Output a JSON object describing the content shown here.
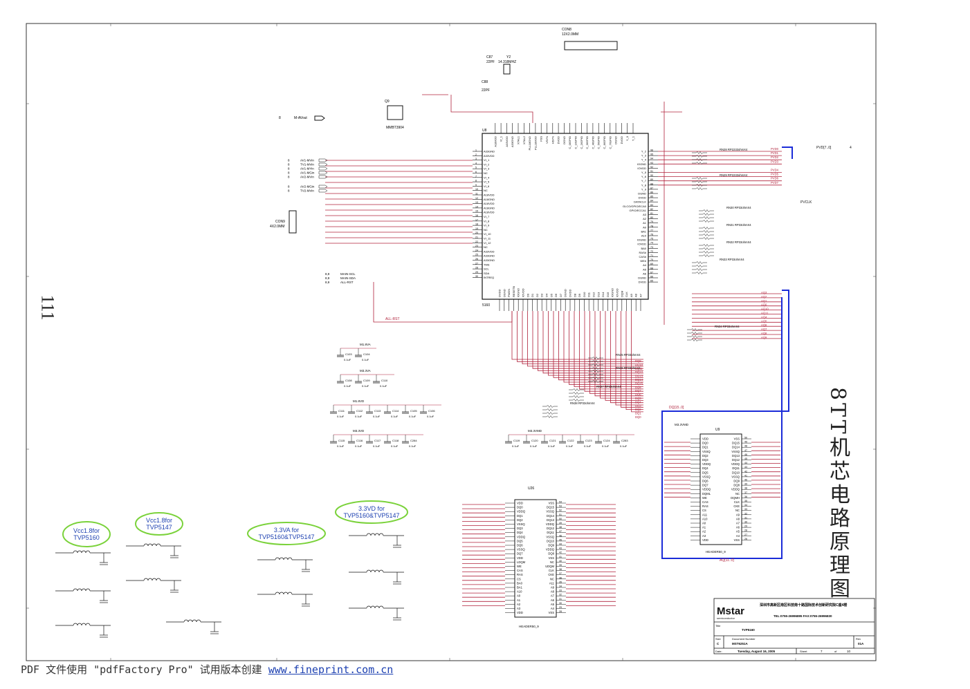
{
  "sheet_title_cn": "8TT机芯电路原理图",
  "page_number": "111",
  "u8": {
    "ref": "U8",
    "part": "5160",
    "left_pins": [
      [
        "1",
        "A33GND"
      ],
      [
        "2",
        "A33VDD"
      ],
      [
        "3",
        "VI_1"
      ],
      [
        "4",
        "VI_2"
      ],
      [
        "5",
        "VI_3"
      ],
      [
        "6",
        "NC"
      ],
      [
        "7",
        "VI_4"
      ],
      [
        "8",
        "VI_5"
      ],
      [
        "9",
        "VI_6"
      ],
      [
        "10",
        "NC"
      ],
      [
        "11",
        "A18VDD"
      ],
      [
        "12",
        "A18GND"
      ],
      [
        "13",
        "A18VDD"
      ],
      [
        "14",
        "A18GND"
      ],
      [
        "15",
        "A18VDD"
      ],
      [
        "16",
        "VI_7"
      ],
      [
        "17",
        "VI_8"
      ],
      [
        "18",
        "VI_9"
      ],
      [
        "19",
        "NC"
      ],
      [
        "20",
        "VI_10"
      ],
      [
        "21",
        "VI_11"
      ],
      [
        "22",
        "VI_12"
      ],
      [
        "23",
        "NC"
      ],
      [
        "24",
        "A33VDD"
      ],
      [
        "25",
        "A33GND"
      ],
      [
        "26",
        "A33GND"
      ],
      [
        "27",
        "TMS"
      ],
      [
        "28",
        "SCL"
      ],
      [
        "29",
        "SDA"
      ],
      [
        "30",
        "INTREQ"
      ]
    ],
    "right_pins": [
      [
        "96",
        "Y_2"
      ],
      [
        "95",
        "Y_3"
      ],
      [
        "94",
        "Y_4"
      ],
      [
        "93",
        "IOGND"
      ],
      [
        "92",
        "IOVDD"
      ],
      [
        "91",
        "Y_5"
      ],
      [
        "90",
        "Y_6"
      ],
      [
        "89",
        "Y_7"
      ],
      [
        "88",
        "Y_8"
      ],
      [
        "87",
        "Y_9"
      ],
      [
        "86",
        "DGND"
      ],
      [
        "85",
        "DVDD"
      ],
      [
        "84",
        "DATACLK"
      ],
      [
        "83",
        "GLCO/GPIO/ECA0"
      ],
      [
        "82",
        "GPIO/ECCA1"
      ],
      [
        "81",
        "A3"
      ],
      [
        "80",
        "A2"
      ],
      [
        "79",
        "A1"
      ],
      [
        "78",
        "A0"
      ],
      [
        "77",
        "BA1"
      ],
      [
        "76",
        "A10"
      ],
      [
        "75",
        "IOGND"
      ],
      [
        "74",
        "IOVDD"
      ],
      [
        "73",
        "BA0"
      ],
      [
        "72",
        "RAS#"
      ],
      [
        "71",
        "CAS#"
      ],
      [
        "70",
        "WE#"
      ],
      [
        "69",
        "A4"
      ],
      [
        "68",
        "A5"
      ],
      [
        "67",
        "A6"
      ],
      [
        "66",
        "DGND"
      ],
      [
        "65",
        "DVDD"
      ]
    ],
    "top_pins": [
      "Y_1",
      "Y_0",
      "DVDD",
      "DGND",
      "C_7/GPIO",
      "C_6/GPIO",
      "C_5/GPIO",
      "C_4/GPIO",
      "C_3/GPIO",
      "C_2/GPIO",
      "C_1/GPIO",
      "C_0/GPIO",
      "DGND",
      "DVDD",
      "HSYN",
      "VSYN",
      "FSS",
      "PLL18VDD",
      "PLL18GND",
      "XTAL2",
      "XTAL1",
      "A33GND",
      "A33VDD",
      "VI_1",
      "A18VDD"
    ],
    "bottom_pins": [
      "DVDD",
      "DGND",
      "PWDN",
      "RESETB",
      "IOGND",
      "IOVDD",
      "D0",
      "D1",
      "D2",
      "D3",
      "D4",
      "D5",
      "D6",
      "D7",
      "DGND",
      "DVDD",
      "D8",
      "D9",
      "D10",
      "D11",
      "D12",
      "D13",
      "D14",
      "D15",
      "IOGND",
      "IOVDD",
      "DQM",
      "CLK",
      "A9",
      "A8",
      "A7"
    ]
  },
  "u9": {
    "ref": "U9",
    "part": "HEADER50_9",
    "net_title": "M3.3VMD",
    "left_pins": [
      "VDD",
      "DQ0",
      "DQ1",
      "VSSQ",
      "DQ2",
      "DQ3",
      "VDDQ",
      "DQ4",
      "DQ5",
      "VSSQ",
      "DQ6",
      "DQ7",
      "VDDQ",
      "DQML",
      "WE",
      "CAS",
      "RAS",
      "CS",
      "A11",
      "A10",
      "A0",
      "A1",
      "A2",
      "A3",
      "VDD"
    ],
    "right_pins": [
      "VSS",
      "DQ15",
      "DQ14",
      "VSSQ",
      "DQ13",
      "DQ12",
      "VDDQ",
      "DQ11",
      "DQ10",
      "VSSQ",
      "DQ9",
      "DQ8",
      "VDDQ",
      "NC",
      "DQMH",
      "CLK",
      "CKE",
      "NC",
      "A9",
      "A8",
      "A7",
      "A6",
      "A5",
      "A4",
      "VSS"
    ],
    "right_nums": [
      "50",
      "49",
      "48",
      "47",
      "46",
      "45",
      "44",
      "43",
      "42",
      "41",
      "40",
      "39",
      "38",
      "37",
      "36",
      "35",
      "34",
      "33",
      "32",
      "31",
      "30",
      "29",
      "28",
      "27",
      "26"
    ]
  },
  "u26": {
    "ref": "U26",
    "part": "HEADER50_9",
    "left_pins": [
      "VDD",
      "DQ0",
      "VDDQ",
      "DQ1",
      "DQ2",
      "VSSQ",
      "DQ3",
      "DQ4",
      "VDDQ",
      "DQ5",
      "DQ6",
      "VSSQ",
      "DQ7",
      "VDD",
      "LDQM",
      "WE",
      "CAS",
      "RAS",
      "CS",
      "BA0",
      "BA1",
      "A10",
      "A0",
      "A1",
      "A2",
      "A3",
      "VDD"
    ],
    "right_pins": [
      "VSS",
      "DQ15",
      "VSSQ",
      "DQ14",
      "DQ13",
      "VDDQ",
      "DQ12",
      "DQ11",
      "VSSQ",
      "DQ10",
      "DQ9",
      "VDDQ",
      "DQ8",
      "VSS",
      "NC",
      "UDQM",
      "CLK",
      "CKE",
      "NC",
      "A11",
      "A9",
      "A8",
      "A7",
      "A6",
      "A5",
      "A4",
      "VSS"
    ],
    "right_nums": [
      "54",
      "53",
      "52",
      "51",
      "50",
      "49",
      "48",
      "47",
      "46",
      "45",
      "44",
      "43",
      "42",
      "41",
      "40",
      "39",
      "38",
      "37",
      "36",
      "35",
      "34",
      "33",
      "32",
      "31",
      "30",
      "29",
      "28"
    ]
  },
  "inputs": [
    "AV1-MVin",
    "TV1-MVin",
    "AV1-MYin",
    "AV1-MGin",
    "AV2-MVin",
    "AV2-MGin",
    "TV2-MVin"
  ],
  "input_prefix": "8",
  "con8": {
    "ref": "CON8",
    "desc": "12X2.0MM"
  },
  "con9": {
    "ref": "CON9",
    "desc": "4X2.0MM"
  },
  "crystal": {
    "ref": "Y2",
    "freq": "14.318MHZ",
    "c_top": "C87",
    "c_top_val": "22PF",
    "c_bot": "C88",
    "c_bot_val": "22PF"
  },
  "q9": {
    "ref": "Q9",
    "part": "MMBT3904"
  },
  "av_out": {
    "label": "M-AVout",
    "num": "8"
  },
  "bus_labels": {
    "pvd": "PVD[7..0]",
    "pvd_pin": "4",
    "dq": "DQ[15..0]",
    "aq": "AQ[11..0]",
    "pvclk": "PVCLK",
    "allrst": "ALL-RST"
  },
  "i2c": [
    [
      "8,9",
      "MAIN-SCL"
    ],
    [
      "8,9",
      "MAIN-SDA"
    ],
    [
      "8,9",
      "ALL-RST"
    ]
  ],
  "rn_labels": [
    "RN28 RP2233ohmX4",
    "RN29 RP2233ohmX4",
    "RN30 RP33ohmX4",
    "RN31 RP33ohmX4",
    "RN32 RP33ohmX4",
    "RN33 RP33ohmX4",
    "RN34 RP33ohmX4",
    "RN35 RP33ohmX4",
    "RN36 RP33ohmX4",
    "RN37 RP33ohmX4",
    "RN38 RP33ohmX4"
  ],
  "pvd_nets": [
    "PVD0",
    "PVD1",
    "PVD2",
    "PVD3",
    "PVD4",
    "PVD5",
    "PVD6",
    "PVD7"
  ],
  "aq_nets": [
    "AQ3",
    "AQ2",
    "AQ1",
    "AQ0",
    "AQ10",
    "AQ11",
    "AQ4",
    "AQ5",
    "AQ6",
    "AQ7",
    "AQ8",
    "AQ9"
  ],
  "dq_nets": [
    "DQ9",
    "DQ10",
    "DQ11",
    "DQ12",
    "DQ13",
    "DQ14",
    "DQ15",
    "DQ8",
    "DQ7",
    "DQ6",
    "DQ5",
    "DQ4",
    "DQ3",
    "DQ2",
    "DQ1",
    "DQ0"
  ],
  "power_notes": [
    {
      "text": "Vcc1.8for\nTVP5160"
    },
    {
      "text": "Vcc1.8for\nTVP5147"
    },
    {
      "text": "3.3VA for\nTVP5160&TVP5147"
    },
    {
      "text": "3.3VD for\nTVP5160&TVP5147"
    }
  ],
  "decoupling_rows": [
    {
      "rail": "M1.8VA",
      "caps": [
        "C103 0.1uF",
        "C104 0.1uF"
      ]
    },
    {
      "rail": "M3.3VA",
      "caps": [
        "C108 0.1uF",
        "C109 0.1uF",
        "C110 0.1uF"
      ]
    },
    {
      "rail": "M1.8VD",
      "caps": [
        "C111 0.1uF",
        "C112 0.1uF",
        "C113 0.1uF",
        "C114 0.1uF",
        "C105 0.1uF",
        "C106 0.1uF"
      ]
    },
    {
      "rail": "M3.3VD",
      "caps": [
        "C115 0.1uF",
        "C116 0.1uF",
        "C117 0.1uF",
        "C118 0.1uF",
        "C284 0.1uF"
      ]
    },
    {
      "rail": "M3.3VMD",
      "caps": [
        "C119 0.1uF",
        "C120 0.1uF",
        "C121 0.1uF",
        "C122 0.1uF",
        "C123 0.1uF",
        "C124 0.1uF",
        "C283 0.1uF"
      ]
    }
  ],
  "title_block": {
    "company": "Mstar",
    "company_sub": "semiconductor",
    "address": "深圳市高新区南区科技南十路国际技术创新研究院C座4楼",
    "tel": "TEL:0755-26996895   FAX:0755-26996830",
    "title_label": "Title",
    "title": "TVP5160",
    "size_label": "Size",
    "size": "C",
    "docnum_label": "Document Number",
    "docnum": "MST6251A",
    "rev_label": "Rev",
    "rev": "01A",
    "date_label": "Date:",
    "date": "Tuesday, August 16, 2005",
    "sheet_label": "Sheet",
    "sheet": "7",
    "of_label": "of",
    "of": "10"
  },
  "footer": {
    "prefix": "PDF 文件使用 \"pdfFactory Pro\" 试用版本创建 ",
    "link": "www.fineprint.com.cn"
  },
  "colors": {
    "wire_red": "#b0203a",
    "bus_blue": "#1a2bd8",
    "component": "#111",
    "note_green": "#7ad23a",
    "border": "#333"
  }
}
